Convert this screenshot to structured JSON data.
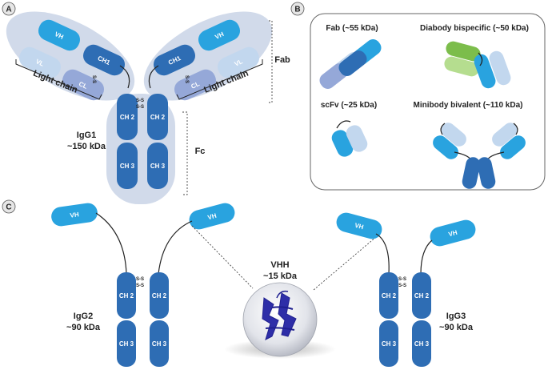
{
  "panels": {
    "a": "A",
    "b": "B",
    "c": "C"
  },
  "domains": {
    "vh": "VH",
    "vl": "VL",
    "ch1": "CH1",
    "cl": "CL",
    "ch2": "CH 2",
    "ch3": "CH 3",
    "ss": "S-S"
  },
  "panel_a": {
    "light_chain": "Light chain",
    "igg1": "IgG1",
    "igg1_mass": "~150 kDa",
    "fab": "Fab",
    "fc": "Fc"
  },
  "panel_b": {
    "fab": "Fab (~55 kDa)",
    "diabody": "Diabody  bispecific (~50 kDa)",
    "scfv": "scFv (~25 kDa)",
    "minibody": "Minibody bivalent (~110 kDa)"
  },
  "panel_c": {
    "igg2": "IgG2",
    "igg2_mass": "~90 kDa",
    "vhh": "VHH",
    "vhh_mass": "~15 kDa",
    "igg3": "IgG3",
    "igg3_mass": "~90 kDa"
  },
  "colors": {
    "vh": "#29a3df",
    "ch": "#2e6db4",
    "vl": "#c2d7ee",
    "cl": "#95a8d8",
    "green": "#7cbd4b",
    "halo": "#c9d4e6"
  }
}
